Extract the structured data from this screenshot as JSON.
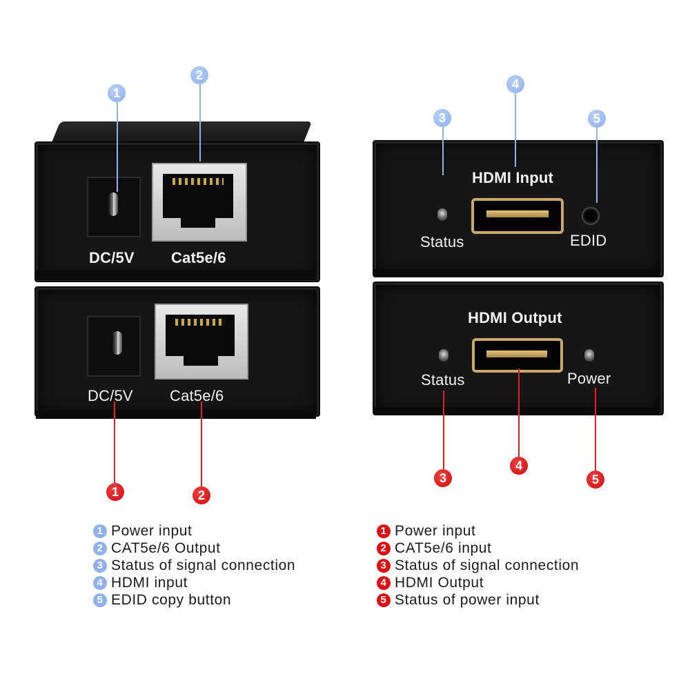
{
  "left_device": {
    "top_unit": {
      "dc_label": "DC/5V",
      "port_label": "Cat5e/6"
    },
    "bottom_unit": {
      "dc_label": "DC/5V",
      "port_label": "Cat5e/6"
    }
  },
  "right_device": {
    "top_unit": {
      "title": "HDMI Input",
      "status_label": "Status",
      "edid_label": "EDID"
    },
    "bottom_unit": {
      "title": "HDMI Output",
      "status_label": "Status",
      "power_label": "Power"
    }
  },
  "callouts": {
    "left_top": [
      "1",
      "2"
    ],
    "left_bottom": [
      "1",
      "2"
    ],
    "right_top": [
      "3",
      "4",
      "5"
    ],
    "right_bottom": [
      "3",
      "4",
      "5"
    ]
  },
  "legend_left": [
    {
      "num": "1",
      "text": "Power input"
    },
    {
      "num": "2",
      "text": "CAT5e/6 Output"
    },
    {
      "num": "3",
      "text": "Status of signal connection"
    },
    {
      "num": "4",
      "text": "HDMI input"
    },
    {
      "num": "5",
      "text": "EDID copy button"
    }
  ],
  "legend_right": [
    {
      "num": "1",
      "text": "Power input"
    },
    {
      "num": "2",
      "text": "CAT5e/6 input"
    },
    {
      "num": "3",
      "text": "Status of signal connection"
    },
    {
      "num": "4",
      "text": "HDMI Output"
    },
    {
      "num": "5",
      "text": "Status of power input"
    }
  ],
  "colors": {
    "callout_blue": "#8fb3ee",
    "callout_red": "#e52020",
    "device_body": "#161616"
  }
}
